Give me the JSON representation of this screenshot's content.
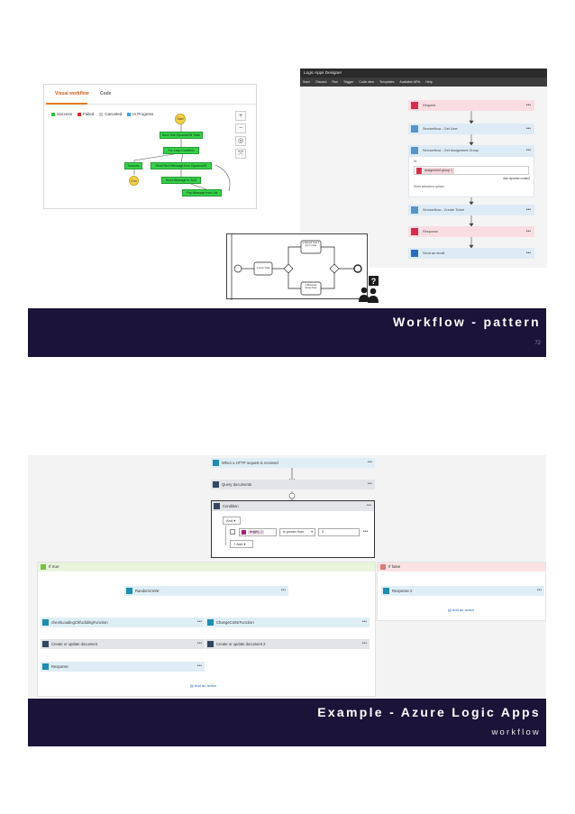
{
  "slide1": {
    "visual_workflow": {
      "tabs": [
        "Visual workflow",
        "Code"
      ],
      "legend": [
        {
          "label": "Success",
          "color": "#2fbf3a"
        },
        {
          "label": "Failed",
          "color": "#d9312b"
        },
        {
          "label": "Canceled",
          "color": "#c9c9c9"
        },
        {
          "label": "In Progress",
          "color": "#3fa6e6"
        }
      ],
      "nodes": {
        "start": "Start",
        "n1": "Next: Hire DynamoDB Table",
        "n2": "For-Loop Condition",
        "n3": "Success",
        "n4": "Read Next Message from DynamoDB",
        "n5": "End",
        "n6": "Send Message to SQS",
        "n7": "Pop Message from List"
      },
      "controls": [
        "+",
        "−",
        "◎",
        "⤧"
      ]
    },
    "logic_apps": {
      "title": "Logic Apps Designer",
      "toolbar": [
        "Save",
        "Discard",
        "Run",
        "Trigger",
        "Code view",
        "Templates",
        "Available APIs",
        "Help"
      ],
      "steps": [
        {
          "label": "Request",
          "style": "red"
        },
        {
          "label": "ServiceNow - Get User",
          "style": "blue"
        },
        {
          "label": "ServiceNow - Get Assignment Group",
          "style": "blue"
        },
        {
          "label": "ServiceNow - Create Ticket",
          "style": "blue"
        },
        {
          "label": "Response",
          "style": "red"
        },
        {
          "label": "Send an email",
          "style": "dblue"
        }
      ],
      "card": {
        "field_label": "Id",
        "token": "assignment group",
        "token_close": "×",
        "add_content": "Add dynamic content",
        "advanced": "Show advanced options"
      }
    },
    "bpmn": {
      "task1": "A User Task",
      "task2": "a Manual Task 1 (dt) 1 class",
      "task3": "A Business Rules Task"
    },
    "banner": {
      "title": "Workflow - pattern",
      "page_number": "72"
    }
  },
  "slide2": {
    "steps": {
      "trigger": "When a HTTP request is received",
      "query": "Query documents",
      "condition": "Condition",
      "and": "And",
      "condition_token": "length(...)",
      "operator": "is greater than",
      "value": "0",
      "add": "Add"
    },
    "true_branch": {
      "header": "If true",
      "random": "RandomCmNr",
      "check": "checkLoadingChfUdidingFunction",
      "change": "ChangeCmNrFunction",
      "create1": "Create or update document",
      "create2": "Create or update document 2",
      "response": "Response",
      "add_action": "Add an action"
    },
    "false_branch": {
      "header": "If false",
      "response": "Response 2",
      "add_action": "Add an action"
    },
    "banner": {
      "title": "Example - Azure Logic Apps",
      "subtitle": "workflow"
    }
  }
}
